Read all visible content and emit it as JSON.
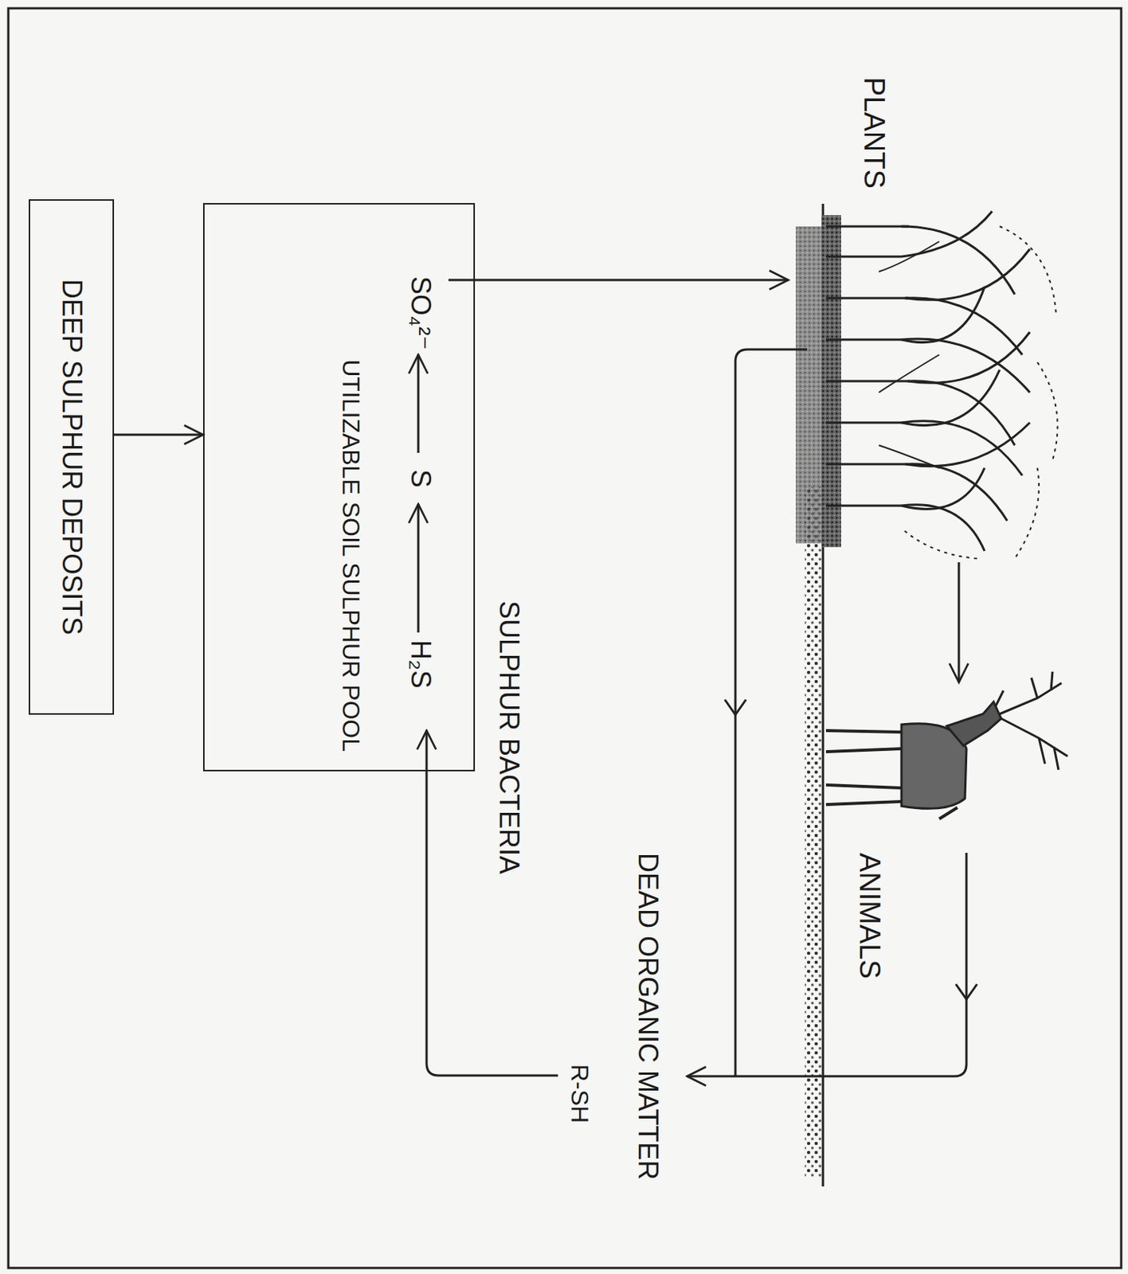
{
  "diagram": {
    "nodes": [
      {
        "text": [
          "UTILIZABLE SOIL SULPHUR POOL"
        ]
      },
      {
        "text": [
          "DEEP SULPHUR DEPOSITS"
        ]
      }
    ],
    "edges": [
      {
        "from": 1,
        "to": 0,
        "arrow": "to"
      }
    ],
    "labels": [
      "PLANTS",
      "ANIMALS",
      "DEAD ORGANIC MATTER",
      "R-SH",
      "SULPHUR BACTERIA",
      "SO₄²⁻",
      "S",
      "H₂S"
    ]
  }
}
